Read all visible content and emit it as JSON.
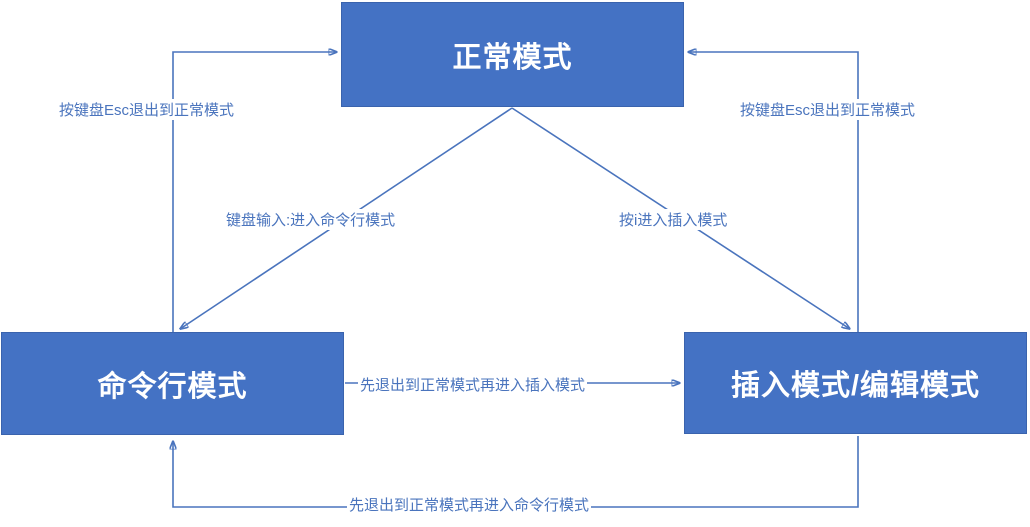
{
  "diagram": {
    "type": "state-transition-diagram",
    "subject": "vim editor modes",
    "colors": {
      "node_fill": "#4472c4",
      "node_border": "#3a63ad",
      "node_text": "#ffffff",
      "edge": "#4a74bd",
      "label_text": "#4a74bd",
      "background": "#ffffff"
    },
    "nodes": [
      {
        "id": "normal",
        "label": "正常模式"
      },
      {
        "id": "command",
        "label": "命令行模式"
      },
      {
        "id": "insert",
        "label": "插入模式/编辑模式"
      }
    ],
    "edges": [
      {
        "id": "command-to-normal",
        "from": "命令行模式",
        "to": "正常模式",
        "label": "按键盘Esc退出到正常模式"
      },
      {
        "id": "insert-to-normal",
        "from": "插入模式/编辑模式",
        "to": "正常模式",
        "label": "按键盘Esc退出到正常模式"
      },
      {
        "id": "normal-to-command",
        "from": "正常模式",
        "to": "命令行模式",
        "label": "键盘输入:进入命令行模式"
      },
      {
        "id": "normal-to-insert",
        "from": "正常模式",
        "to": "插入模式/编辑模式",
        "label": "按i进入插入模式"
      },
      {
        "id": "command-to-insert",
        "from": "命令行模式",
        "to": "插入模式/编辑模式",
        "label": "先退出到正常模式再进入插入模式"
      },
      {
        "id": "insert-to-command",
        "from": "插入模式/编辑模式",
        "to": "命令行模式",
        "label": "先退出到正常模式再进入命令行模式"
      }
    ]
  }
}
